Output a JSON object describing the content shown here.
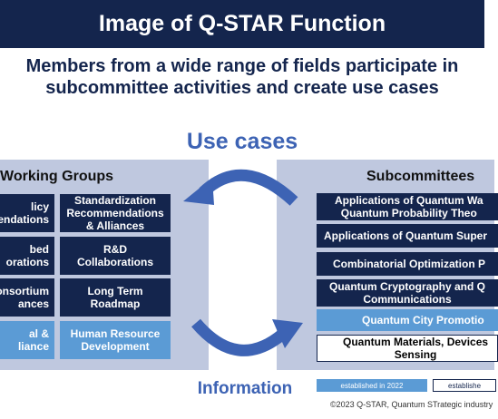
{
  "header": {
    "title": "Image of Q-STAR Function"
  },
  "subtitle": {
    "line1": "Members from a wide range of fields participate in",
    "line2": "subcommittee activities and create use cases"
  },
  "flow": {
    "top_label": "Use cases",
    "bottom_label": "Information"
  },
  "working_groups": {
    "title": "Working Groups",
    "left_column": [
      {
        "line1": "licy",
        "line2": "endations",
        "style": "dark"
      },
      {
        "line1": "bed",
        "line2": "orations",
        "style": "dark"
      },
      {
        "line1": "onsortium",
        "line2": "ances",
        "style": "dark"
      },
      {
        "line1": "al &",
        "line2": "liance",
        "style": "light"
      }
    ],
    "right_column": [
      {
        "line1": "Standardization",
        "line2": "Recommendations",
        "line3": "& Alliances",
        "style": "dark"
      },
      {
        "line1": "R&D",
        "line2": "Collaborations",
        "style": "dark"
      },
      {
        "line1": "Long Term",
        "line2": "Roadmap",
        "style": "dark"
      },
      {
        "line1": "Human Resource",
        "line2": "Development",
        "style": "light"
      }
    ]
  },
  "subcommittees": {
    "title": "Subcommittees",
    "items": [
      {
        "line1": "Applications of Quantum Wa",
        "line2": "Quantum Probability Theo",
        "style": "dark"
      },
      {
        "line1": "Applications of Quantum Super",
        "style": "dark"
      },
      {
        "line1": "Combinatorial Optimization P",
        "style": "dark"
      },
      {
        "line1": "Quantum Cryptography and Q",
        "line2": "Communications",
        "style": "dark"
      },
      {
        "line1": "Quantum City Promotio",
        "style": "light"
      },
      {
        "line1": "Quantum Materials, Devices",
        "line2": "Sensing",
        "style": "white"
      }
    ]
  },
  "legend": {
    "established_2022": "established in 2022",
    "established_other": "establishe"
  },
  "footer": {
    "copyright": "©2023  Q-STAR, Quantum STrategic industry"
  },
  "colors": {
    "navy": "#14254d",
    "accent_blue": "#3d63b4",
    "light_blue": "#5b9bd5",
    "panel": "#bfc8df"
  },
  "icons": {
    "arrow_top": "curved-arrow-left-icon",
    "arrow_bottom": "curved-arrow-right-icon"
  }
}
